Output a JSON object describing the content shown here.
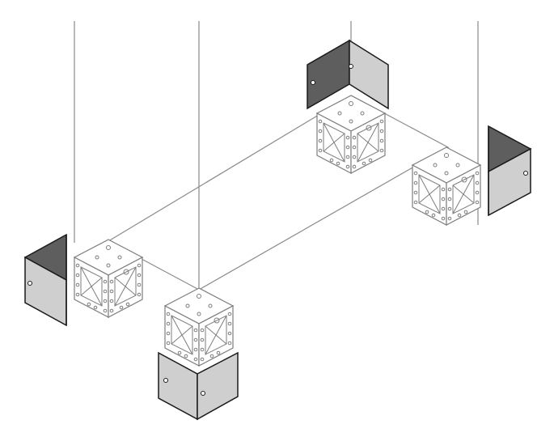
{
  "diagram": {
    "kind": "exploded isometric assembly",
    "parts": {
      "corner_blocks": 4,
      "corner_cover_panels": 4,
      "vertical_guide_lines": 4
    },
    "colors": {
      "background": "#ffffff",
      "line": "#8a8a8a",
      "block_fill": "#ffffff",
      "block_stroke": "#7d7d7d",
      "panel_dark": "#5e5e5e",
      "panel_light": "#cfcfcf",
      "panel_stroke": "#1a1a1a"
    }
  }
}
